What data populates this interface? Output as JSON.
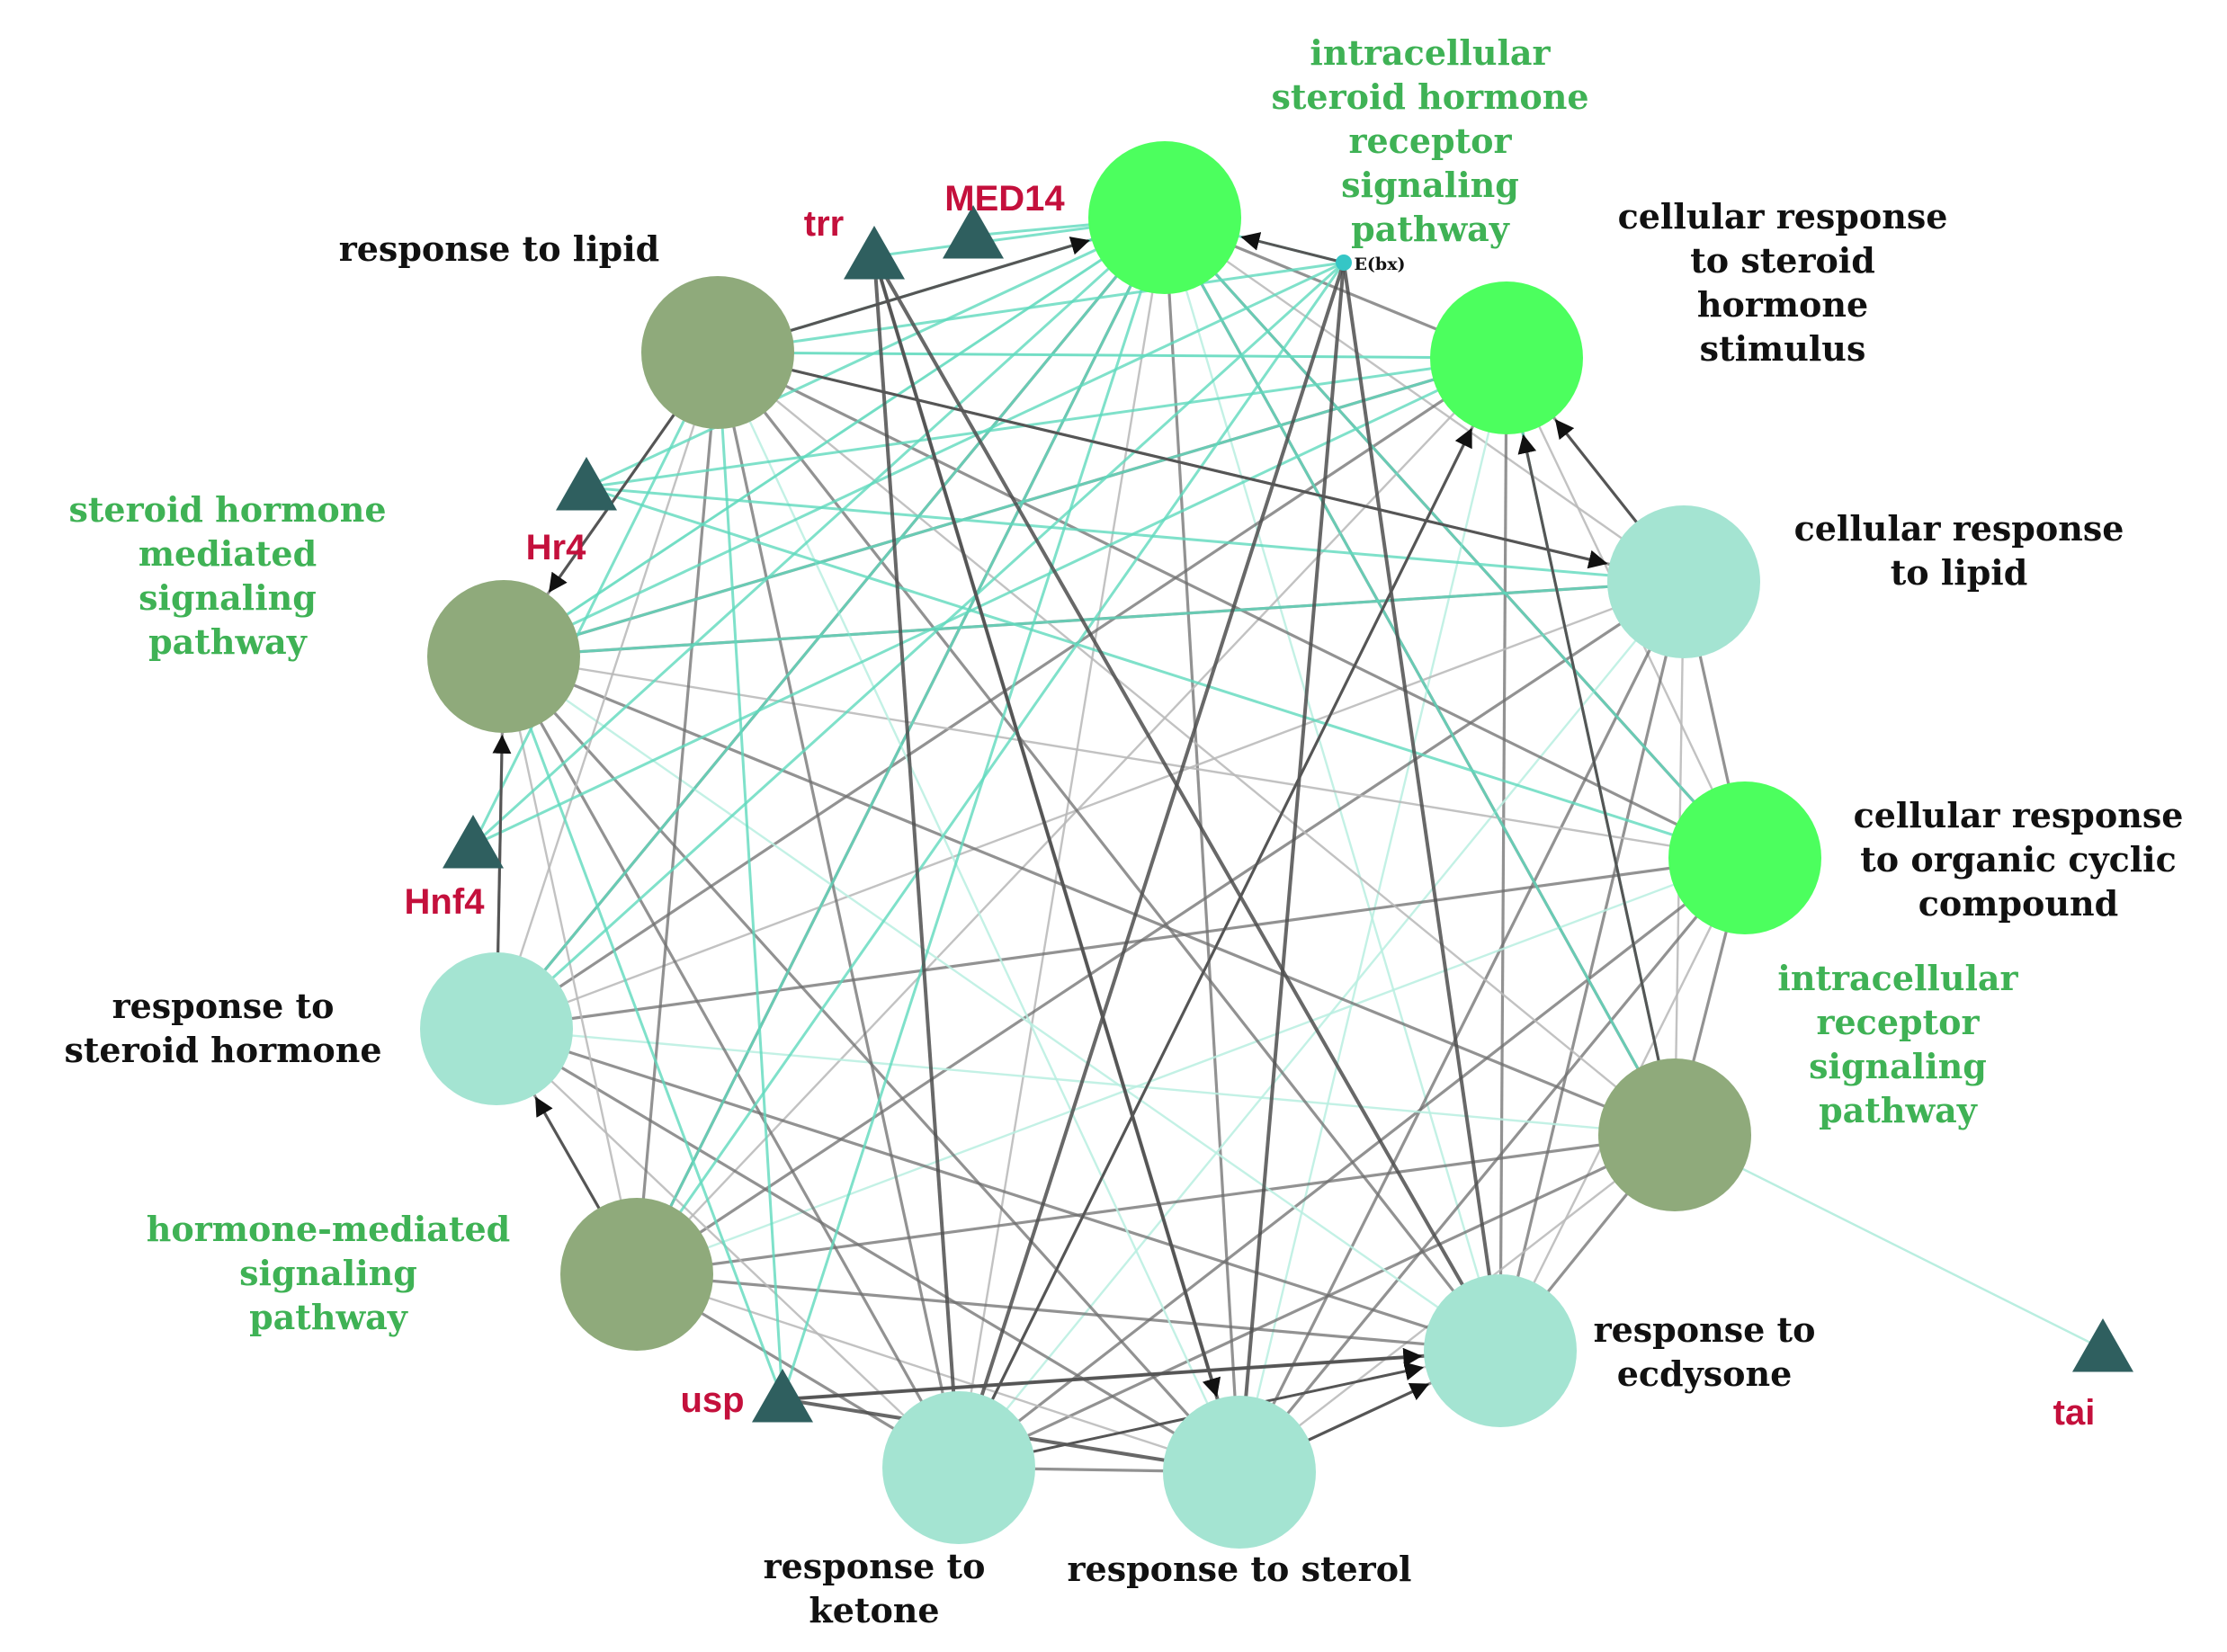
{
  "colors": {
    "term_green": "#4cff5e",
    "term_olive": "#8faa7b",
    "term_mint": "#a4e4d2",
    "gene_triangle": "#2f5f5f",
    "small_node": "#35c6c6",
    "label_black": "#111111",
    "label_green": "#3fb255",
    "label_red": "#c4103c",
    "edge_gray": "#6e6e6e",
    "edge_light": "#b7b7b7",
    "edge_teal": "#5fd9bd",
    "edge_teal_light": "#b9eee0"
  },
  "terms": [
    {
      "id": "t1",
      "name": "intracellular-steroid-hormone-receptor-signaling-node",
      "color": "green",
      "label_color": "green",
      "lines": [
        "intracellular",
        "steroid hormone",
        "receptor",
        "signaling",
        "pathway"
      ]
    },
    {
      "id": "t2",
      "name": "cellular-response-to-steroid-hormone-stimulus-node",
      "color": "green",
      "label_color": "black",
      "lines": [
        "cellular response",
        "to steroid",
        "hormone",
        "stimulus"
      ]
    },
    {
      "id": "t3",
      "name": "cellular-response-to-lipid-node",
      "color": "mint",
      "label_color": "black",
      "lines": [
        "cellular response",
        "to lipid"
      ]
    },
    {
      "id": "t4",
      "name": "cellular-response-to-organic-cyclic-compound-node",
      "color": "green",
      "label_color": "black",
      "lines": [
        "cellular response",
        "to organic cyclic",
        "compound"
      ]
    },
    {
      "id": "t5",
      "name": "intracellular-receptor-signaling-pathway-node",
      "color": "olive",
      "label_color": "green",
      "lines": [
        "intracellular",
        "receptor",
        "signaling",
        "pathway"
      ]
    },
    {
      "id": "t6",
      "name": "response-to-ecdysone-node",
      "color": "mint",
      "label_color": "black",
      "lines": [
        "response to",
        "ecdysone"
      ]
    },
    {
      "id": "t7",
      "name": "response-to-sterol-node",
      "color": "mint",
      "label_color": "black",
      "lines": [
        "response to sterol"
      ]
    },
    {
      "id": "t8",
      "name": "response-to-ketone-node",
      "color": "mint",
      "label_color": "black",
      "lines": [
        "response to",
        "ketone"
      ]
    },
    {
      "id": "t9",
      "name": "hormone-mediated-signaling-pathway-node",
      "color": "olive",
      "label_color": "green",
      "lines": [
        "hormone-mediated",
        "signaling",
        "pathway"
      ]
    },
    {
      "id": "t10",
      "name": "response-to-steroid-hormone-node",
      "color": "mint",
      "label_color": "black",
      "lines": [
        "response to",
        "steroid hormone"
      ]
    },
    {
      "id": "t11",
      "name": "steroid-hormone-mediated-signaling-pathway-node",
      "color": "olive",
      "label_color": "green",
      "lines": [
        "steroid hormone",
        "mediated",
        "signaling",
        "pathway"
      ]
    },
    {
      "id": "t12",
      "name": "response-to-lipid-node",
      "color": "olive",
      "label_color": "black",
      "lines": [
        "response to lipid"
      ]
    }
  ],
  "genes": [
    {
      "id": "g_trr",
      "name": "gene-trr",
      "label": "trr"
    },
    {
      "id": "g_med14",
      "name": "gene-med14",
      "label": "MED14"
    },
    {
      "id": "g_hr4",
      "name": "gene-hr4",
      "label": "Hr4"
    },
    {
      "id": "g_hnf4",
      "name": "gene-hnf4",
      "label": "Hnf4"
    },
    {
      "id": "g_usp",
      "name": "gene-usp",
      "label": "usp"
    },
    {
      "id": "g_tai",
      "name": "gene-tai",
      "label": "tai"
    }
  ],
  "small_nodes": [
    {
      "id": "g_ebx",
      "name": "gene-e-bx",
      "label": "E(bx)"
    }
  ]
}
